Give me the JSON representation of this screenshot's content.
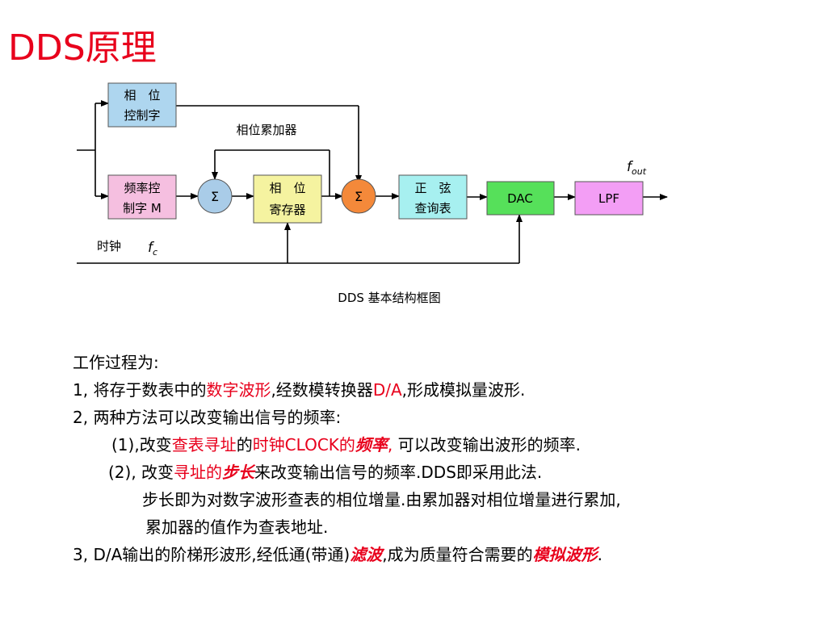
{
  "title": "DDS原理",
  "diagram": {
    "blocks": {
      "phase_control": [
        "相　位",
        "控制字"
      ],
      "freq_control": [
        "频率控",
        "制字 M"
      ],
      "sum1": "Σ",
      "phase_register": [
        "相　位",
        "寄存器"
      ],
      "sum2": "Σ",
      "sine_lut": [
        "正　弦",
        "查询表"
      ],
      "dac": "DAC",
      "lpf": "LPF"
    },
    "labels": {
      "accumulator": "相位累加器",
      "clock": "时钟",
      "fc": "f",
      "fc_sub": "c",
      "fout": "f",
      "fout_sub": "out",
      "caption": "DDS 基本结构框图"
    },
    "colors": {
      "control_fill": "#aed6ef",
      "freq_fill": "#f5bfe0",
      "sum1_fill": "#a9cce8",
      "register_fill": "#f5f3a0",
      "sum2_fill": "#f4893a",
      "lut_fill": "#a7f0f0",
      "dac_fill": "#56e05a",
      "lpf_fill": "#f39ef5"
    }
  },
  "text": {
    "l0": "工作过程为:",
    "l1": {
      "a": "1,  将存于数表中的",
      "b": "数字波形",
      "c": ",经数模转换器",
      "d": "D/A",
      "e": ",形成模拟量波形."
    },
    "l2": "2,  两种方法可以改变输出信号的频率:",
    "l3": {
      "a": "(1),改变",
      "b": "查表寻址",
      "c": "的",
      "d": "时钟CLOCK的",
      "e": "频率",
      "f": ",",
      "g": " 可以改变输出波形的频率."
    },
    "l4": {
      "a": "(2), 改变",
      "b": "寻址的",
      "c": "步长",
      "d": "来改变输出信号的频率.DDS即采用此法."
    },
    "l5": "步长即为对数字波形查表的相位增量.由累加器对相位增量进行累加,",
    "l6": "累加器的值作为查表地址.",
    "l7": {
      "a": "3, D/A输出的阶梯形波形,经低通(带通)",
      "b": "滤波",
      "c": ",成为质量符合需要的",
      "d": "模拟波形",
      "e": "."
    }
  }
}
